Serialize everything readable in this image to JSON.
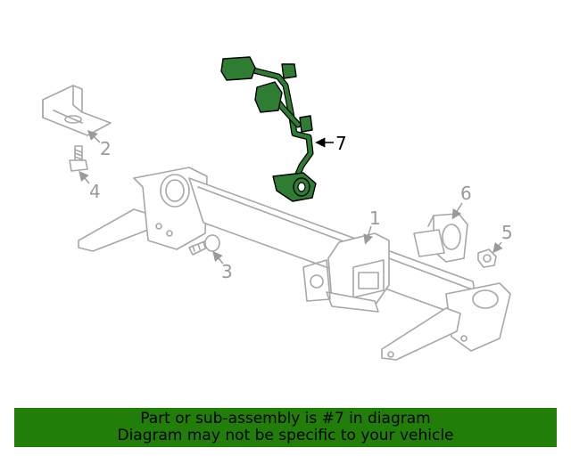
{
  "callouts": {
    "c1": "1",
    "c2": "2",
    "c3": "3",
    "c4": "4",
    "c5": "5",
    "c6": "6",
    "c7": "7"
  },
  "highlight_color": "#217e08",
  "banner": {
    "line1": "Part or sub-assembly is #7 in diagram",
    "line2": "Diagram may not be specific to your vehicle"
  }
}
